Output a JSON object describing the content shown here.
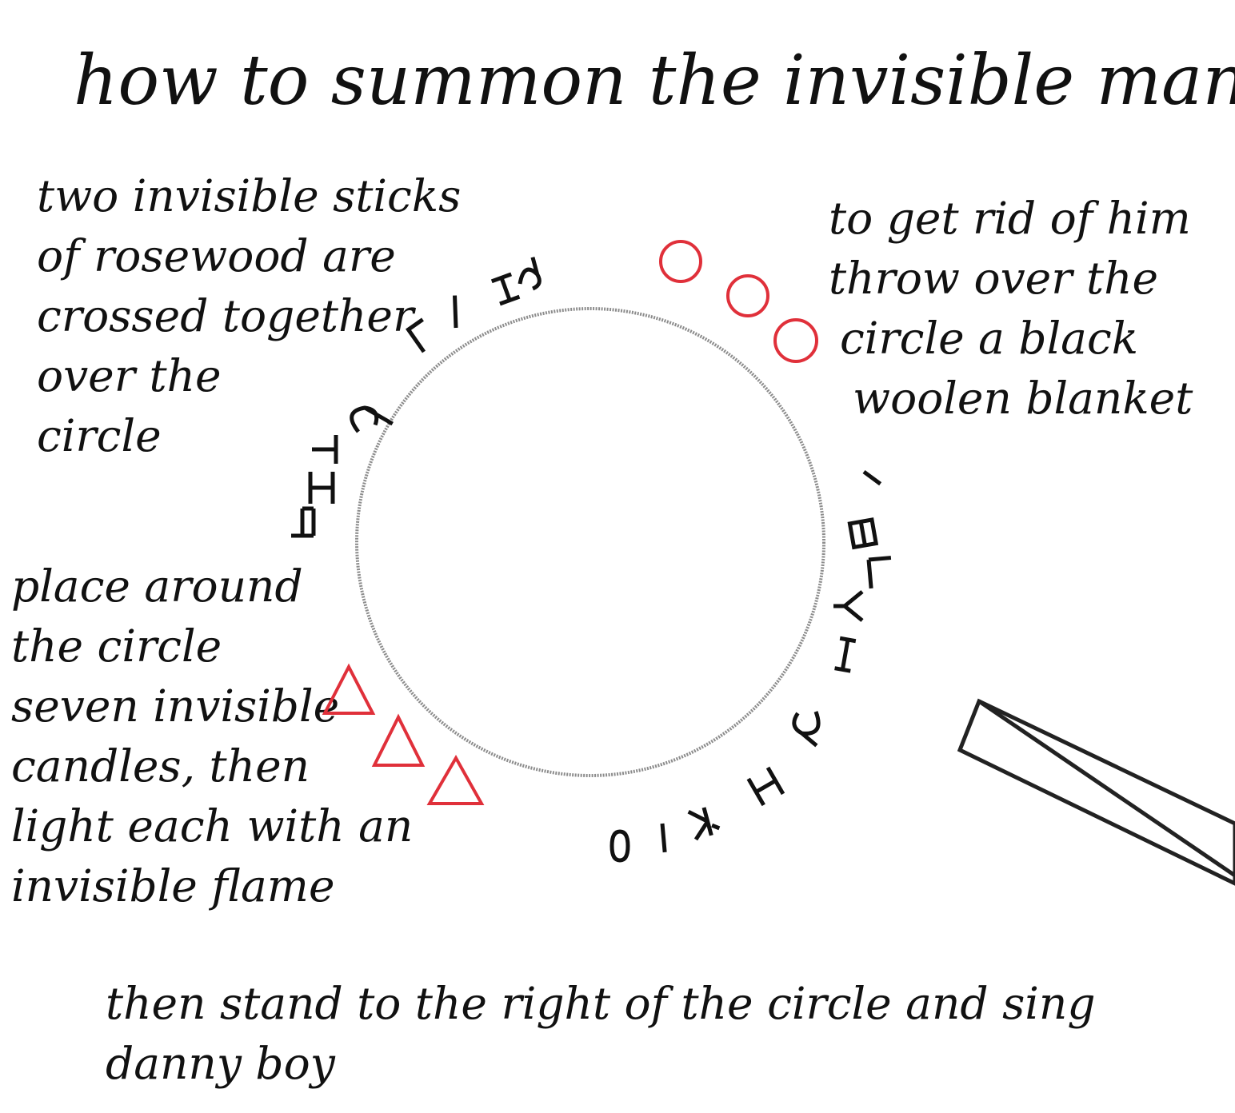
{
  "title": "how to summon the invisible man",
  "notes": {
    "sticks": [
      "two invisible sticks",
      "of rosewood are",
      "crossed together",
      "over the",
      "circle"
    ],
    "blanket": [
      "to get rid of him",
      "throw over the",
      "circle a black",
      "woolen blanket"
    ],
    "candles": [
      "place around",
      "the circle",
      "seven invisible",
      "candles, then",
      "light each with an",
      "invisible flame"
    ],
    "sing": [
      "then stand to the right of the circle and sing",
      "danny boy"
    ]
  },
  "colors": {
    "ink": "#111111",
    "circle": "#8c8c8c",
    "accent": "#e0303a"
  },
  "shapes": {
    "main": "grey circle",
    "circles_marks": 3,
    "triangle_marks": 3,
    "stick_shape": "narrow crossed rectangle"
  }
}
